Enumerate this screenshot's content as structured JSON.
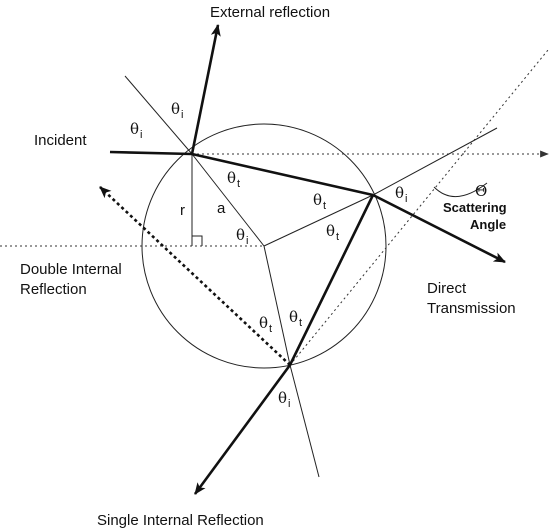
{
  "labels": {
    "external_reflection": "External reflection",
    "incident": "Incident",
    "double_internal_line1": "Double Internal",
    "double_internal_line2": "Reflection",
    "direct_line1": "Direct",
    "direct_line2": "Transmission",
    "single_internal": "Single Internal Reflection",
    "scattering_line1": "Scattering",
    "scattering_line2": "Angle",
    "theta_cap": "Θ",
    "radius_r": "r",
    "radius_a": "a"
  },
  "angles": {
    "theta": "θ",
    "sub_i": "i",
    "sub_t": "t"
  },
  "colors": {
    "ink": "#111111",
    "background": "#ffffff"
  }
}
